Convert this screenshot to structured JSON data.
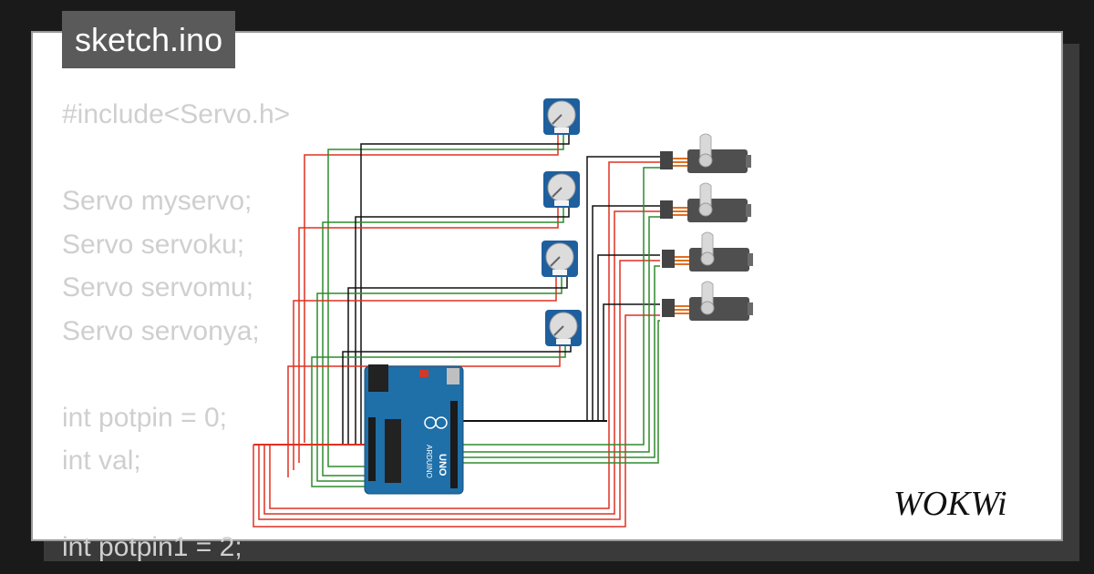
{
  "file_tab": {
    "title": "sketch.ino"
  },
  "code_lines": [
    "#include<Servo.h>",
    "",
    "Servo myservo;",
    "Servo servoku;",
    "Servo servomu;",
    "Servo servonya;",
    "",
    "int potpin = 0;",
    "int val;",
    "",
    "int potpin1 = 2;"
  ],
  "brand": {
    "logo_text": "WOKWi"
  },
  "arduino": {
    "brand": "ARDUINO",
    "model": "UNO"
  },
  "colors": {
    "wire_red": "#e03020",
    "wire_green": "#2e8b2e",
    "wire_black": "#111111",
    "board_blue": "#1f6fa8",
    "pot_blue": "#1e5f9e",
    "servo_gray": "#4f4f4f"
  }
}
